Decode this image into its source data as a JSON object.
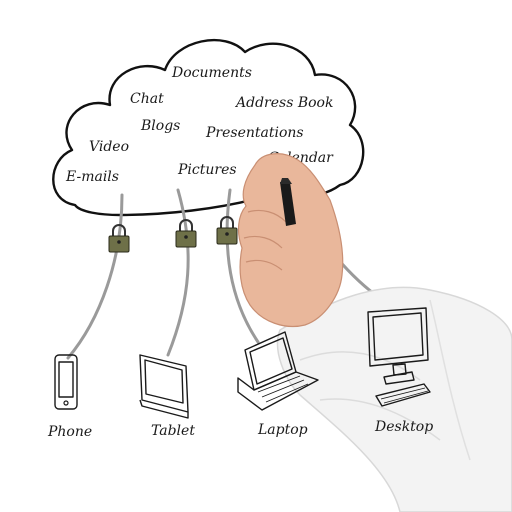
{
  "cloud": {
    "items": [
      "Documents",
      "Chat",
      "Address Book",
      "Blogs",
      "Presentations",
      "Video",
      "Calendar",
      "Pictures",
      "E-mails"
    ]
  },
  "devices": [
    {
      "label": "Phone",
      "icon": "phone-icon"
    },
    {
      "label": "Tablet",
      "icon": "tablet-icon"
    },
    {
      "label": "Laptop",
      "icon": "laptop-icon"
    },
    {
      "label": "Desktop",
      "icon": "desktop-icon"
    }
  ],
  "connector_icon": "padlock-icon",
  "colors": {
    "ink": "#111111",
    "wire": "#9a9a9a",
    "lock": "#6e7048",
    "shirt": "#f3f3f3",
    "skin": "#e9b79b"
  }
}
